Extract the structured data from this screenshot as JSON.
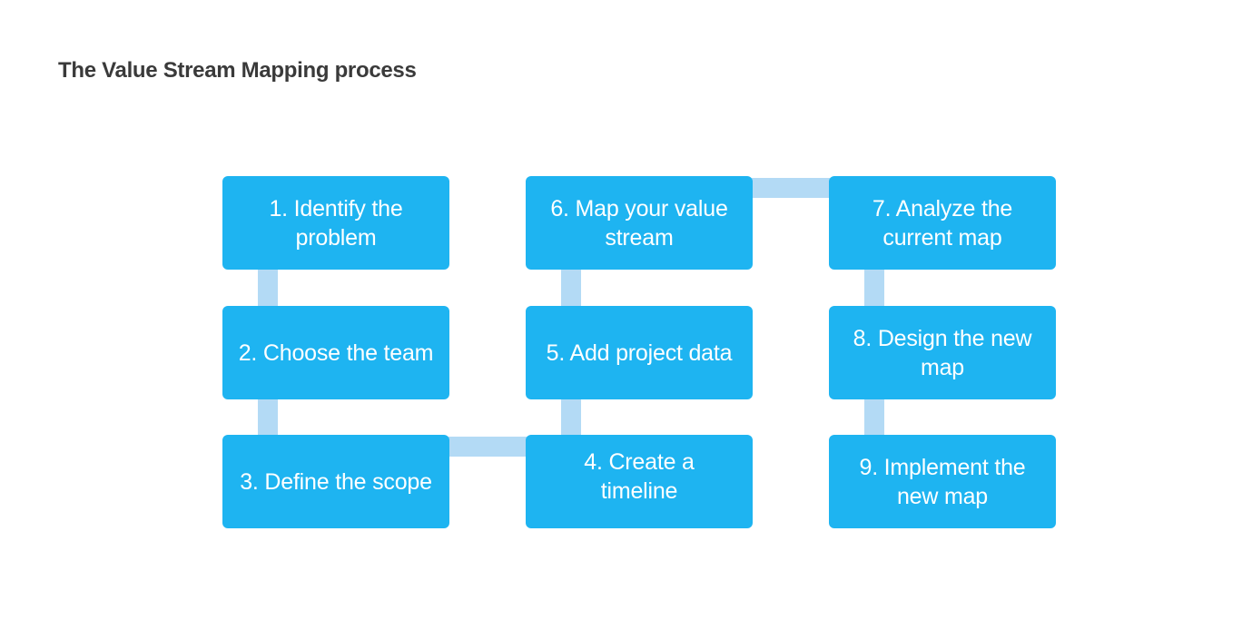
{
  "title": "The Value Stream Mapping process",
  "colors": {
    "box_fill": "#1eb4f1",
    "connector": "#b3daf5",
    "box_text": "#ffffff",
    "title_text": "#3a3a3a"
  },
  "steps": [
    {
      "label": "1. Identify the problem"
    },
    {
      "label": "2. Choose the team"
    },
    {
      "label": "3. Define the scope"
    },
    {
      "label": "4. Create a timeline"
    },
    {
      "label": "5. Add project data"
    },
    {
      "label": "6. Map your value stream"
    },
    {
      "label": "7. Analyze the current map"
    },
    {
      "label": "8. Design the new map"
    },
    {
      "label": "9. Implement the new map"
    }
  ]
}
